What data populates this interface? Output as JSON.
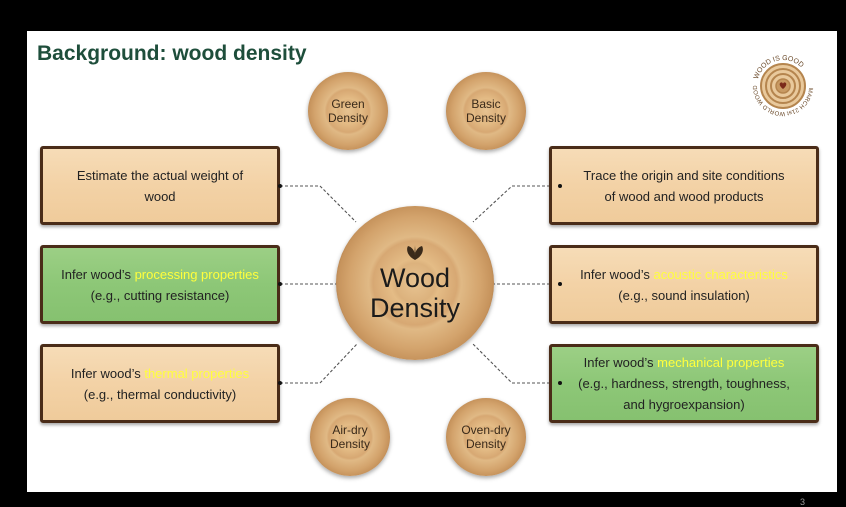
{
  "title": "Background: wood density",
  "logo": {
    "arc_text": "WOOD IS GOOD · MARCH 21st WORLD WOOD DAY",
    "icon": "heart-icon"
  },
  "center": {
    "icon": "leaf-icon",
    "line1": "Wood",
    "line2": "Density"
  },
  "density_types": {
    "green": {
      "line1": "Green",
      "line2": "Density"
    },
    "basic": {
      "line1": "Basic",
      "line2": "Density"
    },
    "airdry": {
      "line1": "Air-dry",
      "line2": "Density"
    },
    "ovendry": {
      "line1": "Oven-dry",
      "line2": "Density"
    }
  },
  "boxes": {
    "weight": {
      "line1": "Estimate the actual weight of",
      "line2": "wood"
    },
    "processing": {
      "prefix": "Infer wood’s ",
      "highlight": "processing properties",
      "line2": "(e.g., cutting resistance)"
    },
    "thermal": {
      "prefix": "Infer wood’s ",
      "highlight": "thermal properties",
      "line2": "(e.g., thermal conductivity)"
    },
    "origin": {
      "line1": "Trace the origin and site conditions",
      "line2": "of wood and wood products"
    },
    "acoustic": {
      "prefix": "Infer wood’s ",
      "highlight": "acoustic characteristics",
      "line2": "(e.g., sound insulation)"
    },
    "mechanical": {
      "prefix": "Infer wood’s ",
      "highlight": "mechanical properties",
      "line2": "(e.g., hardness, strength, toughness,",
      "line3": "and hygroexpansion)"
    }
  },
  "page_number": "3"
}
